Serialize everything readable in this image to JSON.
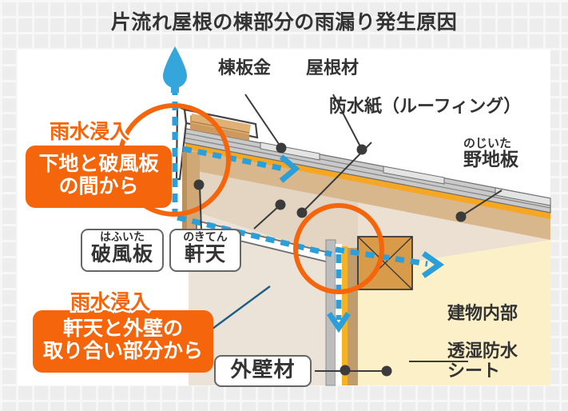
{
  "page": {
    "title": "片流れ屋根の棟部分の雨漏り発生原因",
    "background_color": "#ededed",
    "panel_color": "#ffffff"
  },
  "colors": {
    "accent_orange": "#f4650c",
    "water_blue": "#2b9fd9",
    "roof_gray": "#9a9a9a",
    "waterproof_yellow": "#f5a623",
    "deck_tan": "#d9b78d",
    "interior_cream": "#fcf0c8",
    "wall_beige": "#e4d4c2",
    "text_dark": "#333333"
  },
  "diagram": {
    "water_drop": {
      "name": "rain-drop",
      "color": "#34a6dc"
    },
    "labels": [
      {
        "id": "mune-bankin",
        "text": "棟板金"
      },
      {
        "id": "yanezai",
        "text": "屋根材"
      },
      {
        "id": "bousuishi",
        "text": "防水紙（ルーフィング）"
      },
      {
        "id": "nojiita",
        "furigana": "のじいた",
        "text": "野地板"
      },
      {
        "id": "hafuita",
        "furigana": "はふいた",
        "text": "破風板"
      },
      {
        "id": "nokiten",
        "furigana": "のきてん",
        "text": "軒天"
      },
      {
        "id": "gaihekizai",
        "text": "外壁材"
      },
      {
        "id": "tatemono-naibu",
        "text": "建物内部"
      },
      {
        "id": "toushitsu",
        "line1": "透湿防水",
        "line2": "シート"
      }
    ],
    "callouts": [
      {
        "id": "callout-1",
        "heading": "雨水浸入",
        "body_line1": "下地と破風板",
        "body_line2": "の間から"
      },
      {
        "id": "callout-2",
        "heading": "雨水浸入",
        "body_line1": "軒天と外壁の",
        "body_line2": "取り合い部分から"
      }
    ]
  }
}
